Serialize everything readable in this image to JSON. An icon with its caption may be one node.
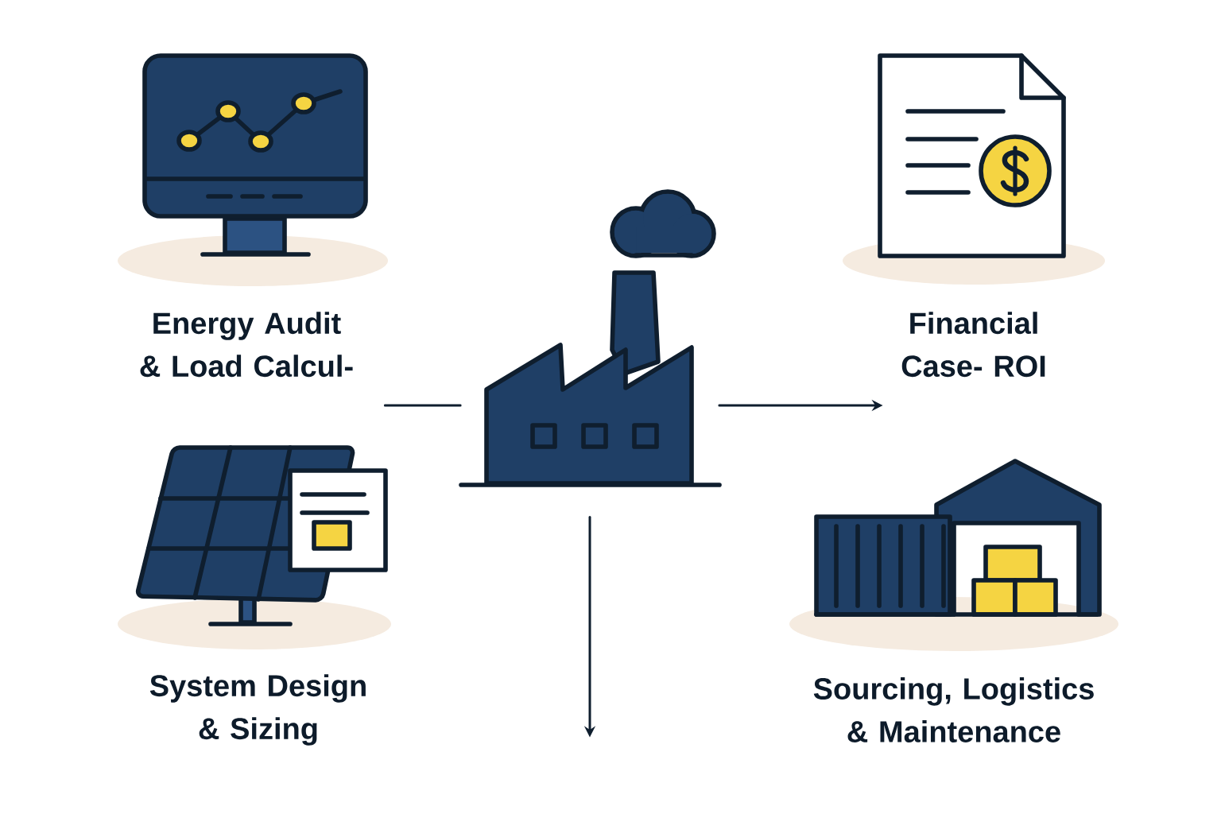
{
  "diagram": {
    "nodes": [
      {
        "text": [],
        "shape": "picture"
      },
      {
        "text": [
          "Energy Audit & Load Calcul-"
        ]
      },
      {
        "text": [
          "Financial Case- ROI"
        ]
      },
      {
        "text": [
          "System Design & Sizing"
        ]
      },
      {
        "text": [
          "Sourcing, Logistics & Maintenance"
        ]
      }
    ],
    "edges": [
      {
        "from": 1,
        "to": 0,
        "arrow": "none"
      },
      {
        "from": 0,
        "to": 2,
        "arrow": "to"
      },
      {
        "from": 0,
        "to": null,
        "arrow": "to"
      }
    ]
  }
}
